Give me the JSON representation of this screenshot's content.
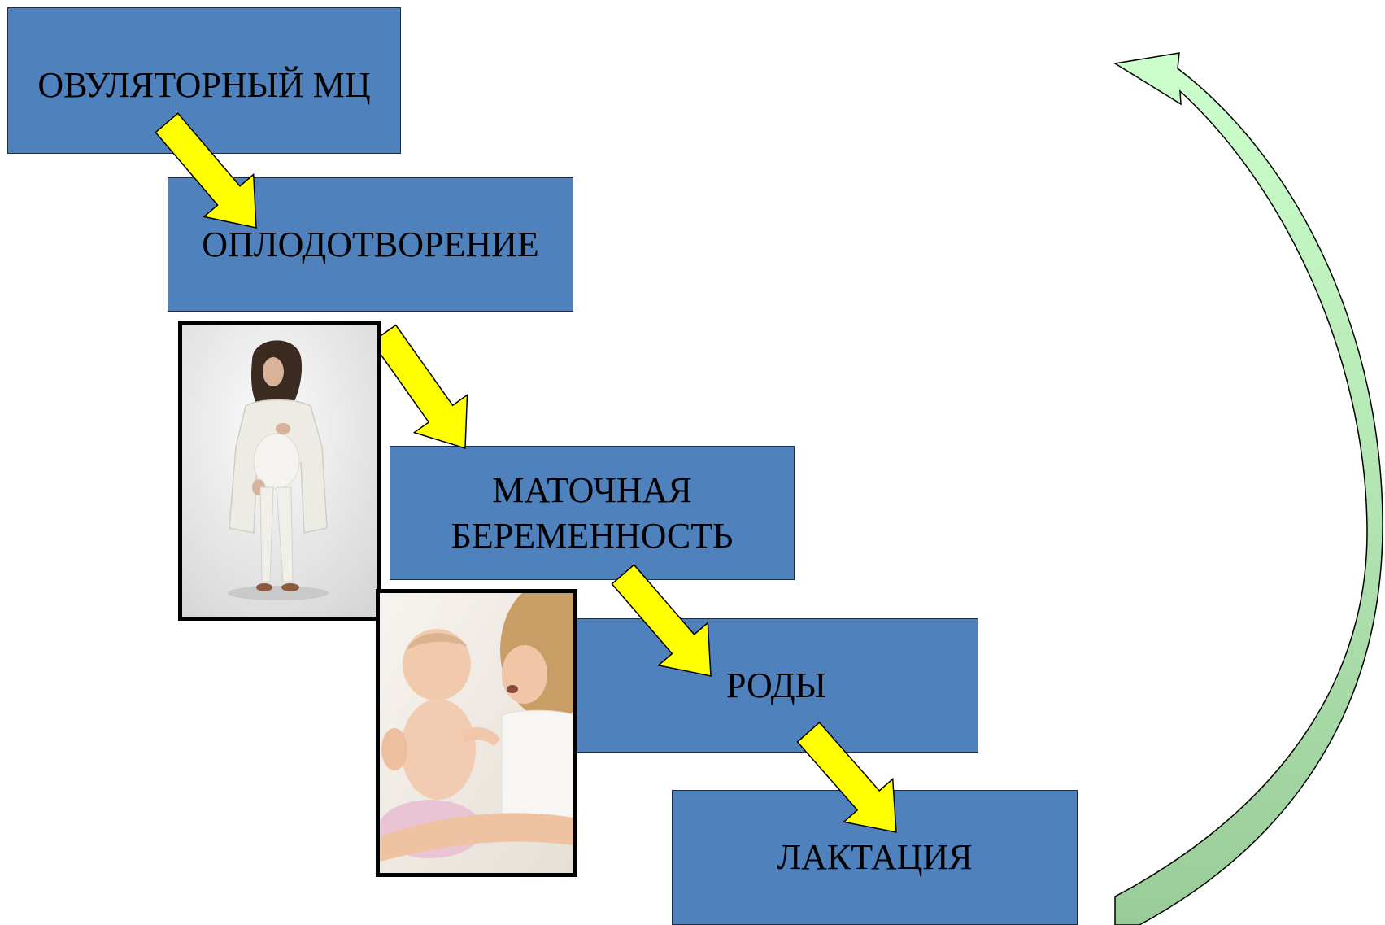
{
  "slide": {
    "steps": [
      {
        "lines": [
          "ОВУЛЯТОРНЫЙ МЦ"
        ]
      },
      {
        "lines": [
          "ОПЛОДОТВОРЕНИЕ"
        ]
      },
      {
        "lines": [
          "МАТОЧНАЯ",
          "БЕРЕМЕННОСТЬ"
        ]
      },
      {
        "lines": [
          "РОДЫ"
        ]
      },
      {
        "lines": [
          "ЛАКТАЦИЯ"
        ]
      }
    ]
  },
  "colors": {
    "step_box_fill": "#4F81BD",
    "flow_arrow_fill": "#FFFF00",
    "cycle_arrow_light": "#CCFFCC",
    "cycle_arrow_dark": "#99CC99"
  }
}
